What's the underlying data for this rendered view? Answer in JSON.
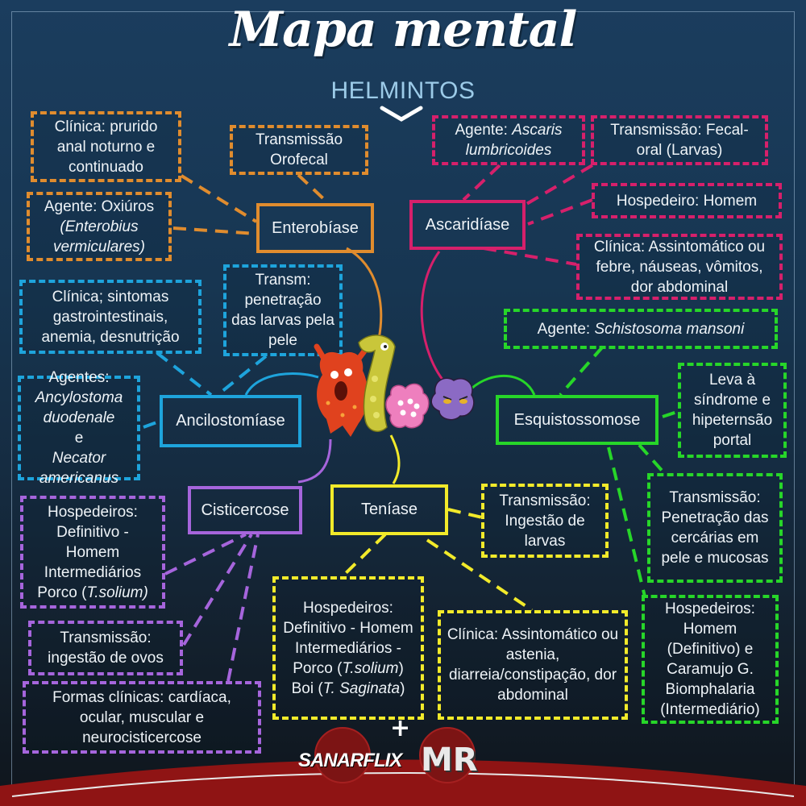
{
  "header": {
    "title": "Mapa mental",
    "subtitle": "HELMINTOS"
  },
  "colors": {
    "enterobiase": "#e08c2e",
    "ascaridiase": "#d6206b",
    "ancilostomiase": "#1ea4dc",
    "esquistossomose": "#27d629",
    "cisticercose": "#a665dc",
    "teniase": "#f2ea2a"
  },
  "nodes": {
    "enterobiase": {
      "label": "Enterobíase",
      "clinica": "Clínica: prurido anal noturno e continuado",
      "transmissao": "Transmissão Orofecal",
      "agente_prefix": "Agente: Oxiúros",
      "agente_species": "(Enterobius vermiculares)"
    },
    "ascaridiase": {
      "label": "Ascaridíase",
      "agente_prefix": "Agente:",
      "agente_species": "Ascaris lumbricoides",
      "transmissao": "Transmissão: Fecal-oral (Larvas)",
      "hospedeiro": "Hospedeiro: Homem",
      "clinica": "Clínica: Assintomático ou febre, náuseas, vômitos, dor abdominal"
    },
    "ancilostomiase": {
      "label": "Ancilostomíase",
      "clinica": "Clínica; sintomas gastrointestinais, anemia, desnutrição",
      "transmissao": "Transm: penetração das larvas pela pele",
      "agentes_prefix": "Agentes:",
      "agentes_species1": "Ancylostoma duodenale",
      "agentes_join": "e",
      "agentes_species2": "Necator americanus"
    },
    "esquistossomose": {
      "label": "Esquistossomose",
      "agente_prefix": "Agente:",
      "agente_species": "Schistosoma mansoni",
      "sindrome": "Leva à síndrome e hipeternsão portal",
      "transmissao": "Transmissão: Penetração das cercárias em pele e mucosas",
      "hospedeiros": "Hospedeiros: Homem (Definitivo) e Caramujo G. Biomphalaria (Intermediário)"
    },
    "cisticercose": {
      "label": "Cisticercose",
      "hospedeiros_text": "Hospedeiros: Definitivo - Homem Intermediários Porco (",
      "hospedeiros_species": "T.solium)",
      "transmissao": "Transmissão: ingestão de ovos",
      "formas": "Formas clínicas: cardíaca, ocular, muscular e neurocisticercose"
    },
    "teniase": {
      "label": "Teníase",
      "transmissao": "Transmissão: Ingestão de larvas",
      "hospedeiros_text": "Hospedeiros: Definitivo - Homem Intermediários - Porco (",
      "hospedeiros_species1": "T.solium",
      "hospedeiros_mid": ") Boi (",
      "hospedeiros_species2": "T. Saginata",
      "hospedeiros_end": ")",
      "clinica": "Clínica: Assintomático ou astenia, diarreia/constipação, dor abdominal"
    }
  },
  "footer": {
    "brand1": "SANARFLIX",
    "plus": "+",
    "brand2": "MR"
  }
}
